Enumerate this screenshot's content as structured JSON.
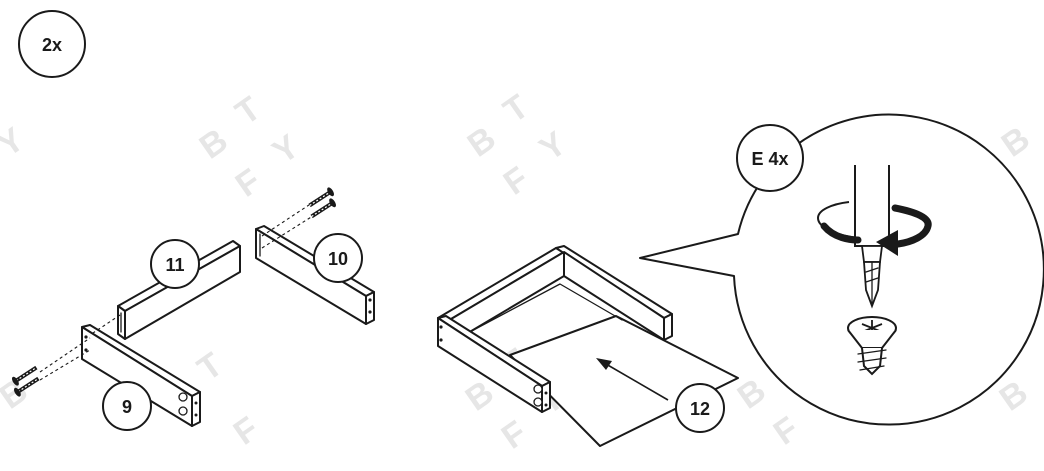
{
  "step_badge": {
    "quantity": "2x"
  },
  "parts": {
    "side_panel_a": "9",
    "side_panel_b": "10",
    "back_panel": "11",
    "bottom_panel": "12"
  },
  "hardware": {
    "label": "E 4x"
  },
  "watermark": {
    "letters": [
      "B",
      "T",
      "F",
      "Y"
    ]
  },
  "colors": {
    "line": "#1a1a1a",
    "watermark": "#e6e6e6",
    "background": "#ffffff"
  }
}
